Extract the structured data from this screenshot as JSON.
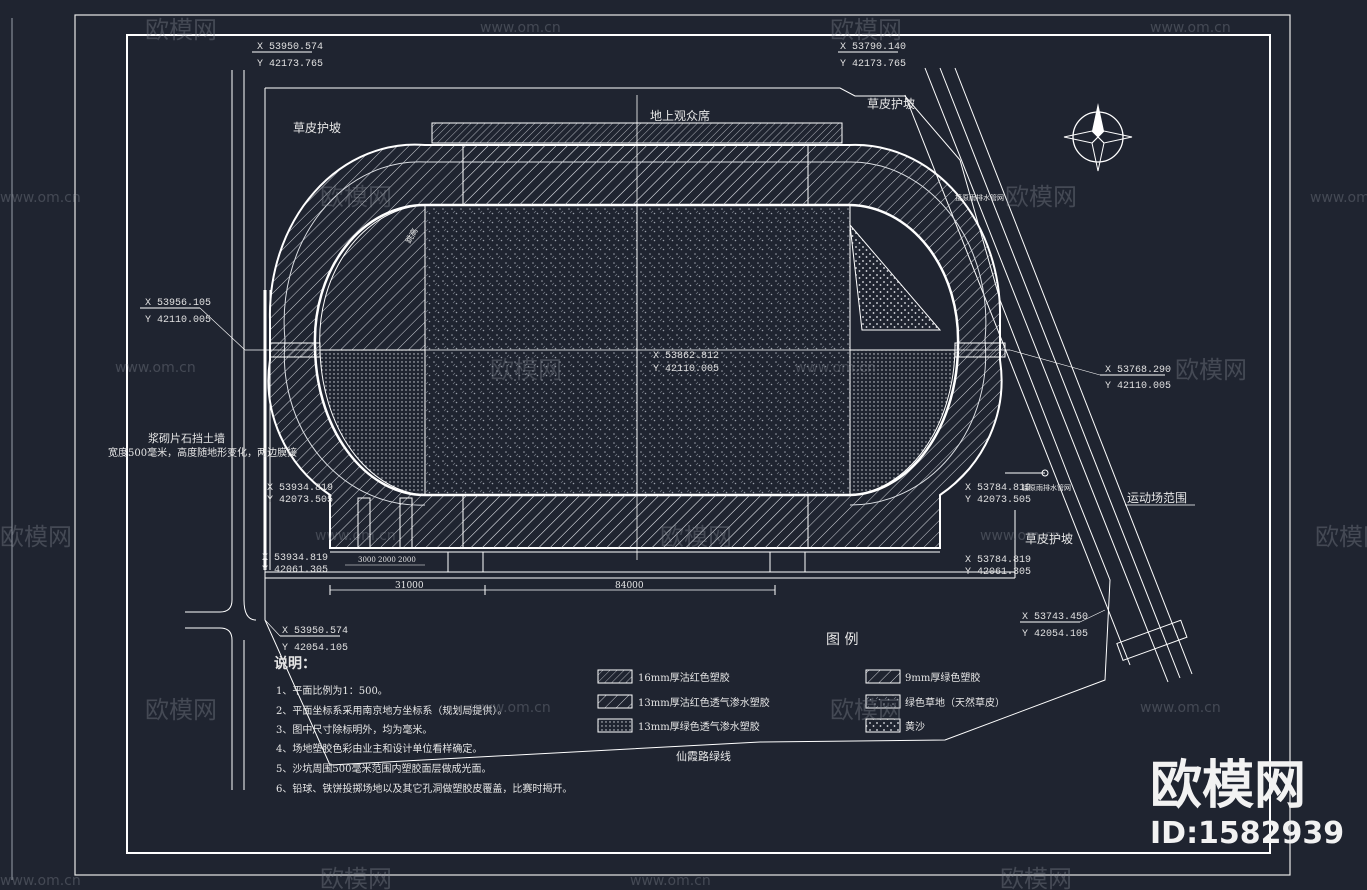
{
  "coordinates": {
    "top_left": {
      "x": "X 53950.574",
      "y": "Y 42173.765"
    },
    "top_right": {
      "x": "X 53790.140",
      "y": "Y 42173.765"
    },
    "left_mid": {
      "x": "X 53956.105",
      "y": "Y 42110.005"
    },
    "center": {
      "x": "X 53862.812",
      "y": "Y 42110.005"
    },
    "right_mid": {
      "x": "X 53768.290",
      "y": "Y 42110.005"
    },
    "inner_bl1": {
      "x": "X 53934.819",
      "y": "Y 42073.505"
    },
    "inner_br1": {
      "x": "X 53784.819",
      "y": "Y 42073.505"
    },
    "inner_bl2": {
      "x": "X 53934.819",
      "y": "Y 42061.305"
    },
    "inner_br2": {
      "x": "X 53784.819",
      "y": "Y 42061.305"
    },
    "bottom_left": {
      "x": "X 53950.574",
      "y": "Y 42054.105"
    },
    "bottom_right": {
      "x": "X 53743.450",
      "y": "Y 42054.105"
    }
  },
  "labels": {
    "stands": "地上观众席",
    "grass_slope_tl": "草皮护坡",
    "grass_slope_tr": "草皮护坡",
    "grass_slope_br": "草皮护坡",
    "drain_top": "接原雨排水管网",
    "drain_right": "接原雨排水管网",
    "sports_range": "运动场范围",
    "retaining_wall": "浆砌片石挡土墙",
    "retaining_wall_note": "宽度500毫米，高度随地形变化，两边膜接",
    "road_green": "仙霞路绿线",
    "long_jump": "跳高"
  },
  "dimensions": [
    "31000",
    "84000",
    "3000",
    "2000",
    "2000"
  ],
  "legend": {
    "title": "图 例",
    "items": [
      "16mm厚沽红色塑胶",
      "13mm厚沽红色透气渗水塑胶",
      "13mm厚绿色透气渗水塑胶",
      "9mm厚绿色塑胶",
      "绿色草地（天然草皮）",
      "黄沙"
    ]
  },
  "notes": {
    "title": "说明：",
    "items": [
      "1、平面比例为1：500。",
      "2、平面坐标系采用南京地方坐标系（规划局提供）。",
      "3、图中尺寸除标明外，均为毫米。",
      "4、场地塑胶色彩由业主和设计单位看样确定。",
      "5、沙坑周围500毫米范围内塑胶面层做成光面。",
      "6、铅球、铁饼投掷场地以及其它孔洞做塑胶皮覆盖，比赛时揭开。"
    ]
  },
  "watermarks": {
    "brand": "欧模网",
    "url": "www.om.cn",
    "id": "ID:1582939"
  },
  "colors": {
    "background": "#1f2430",
    "line": "#ffffff"
  }
}
